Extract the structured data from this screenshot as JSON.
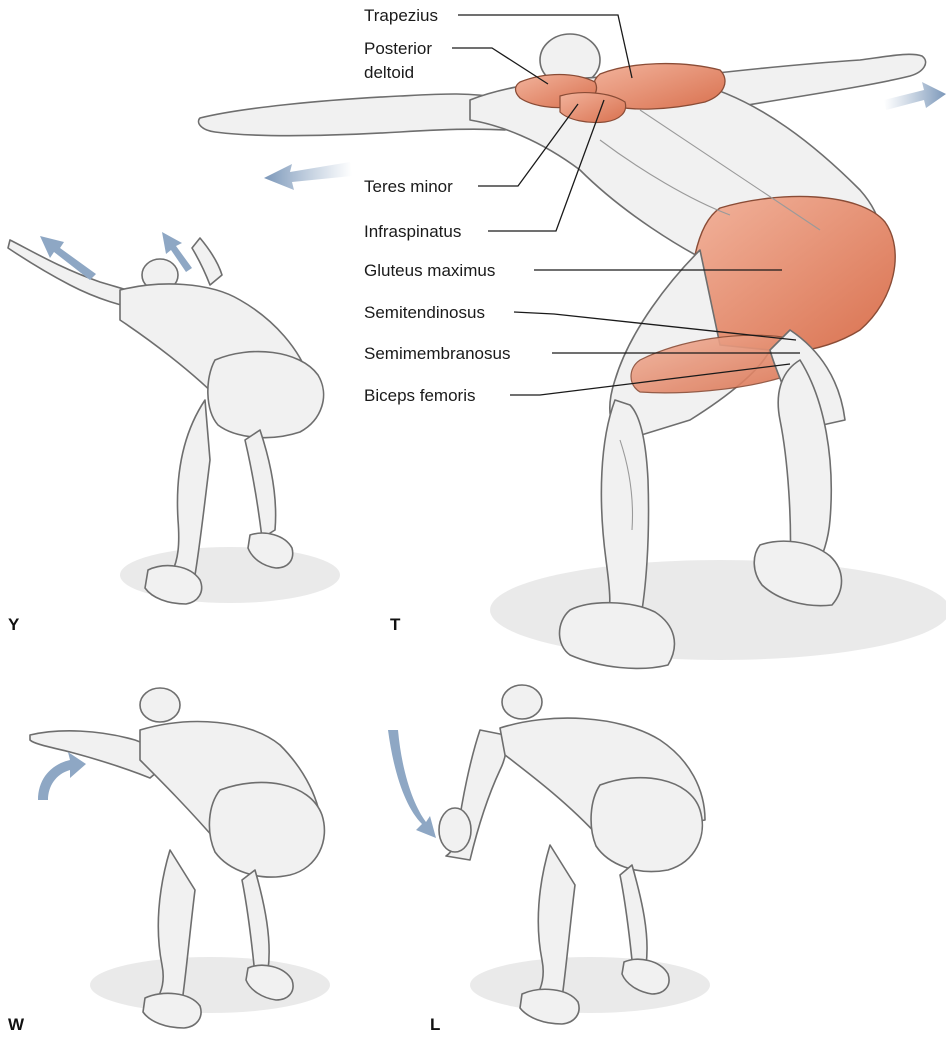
{
  "labels": {
    "trapezius": "Trapezius",
    "posterior_deltoid_1": "Posterior",
    "posterior_deltoid_2": "deltoid",
    "teres_minor": "Teres minor",
    "infraspinatus": "Infraspinatus",
    "gluteus_maximus": "Gluteus maximus",
    "semitendinosus": "Semitendinosus",
    "semimembranosus": "Semimembranosus",
    "biceps_femoris": "Biceps femoris"
  },
  "panels": {
    "y": "Y",
    "t": "T",
    "w": "W",
    "l": "L"
  },
  "colors": {
    "highlighted_muscle": "#e8967a",
    "body": "#f1f1f1",
    "arrow": "#8ea7c4"
  }
}
